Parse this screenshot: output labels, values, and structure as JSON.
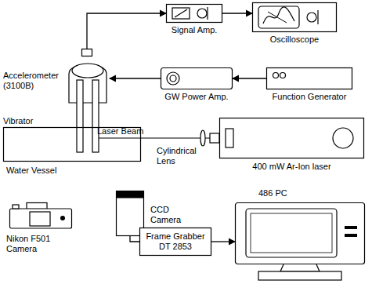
{
  "diagram": {
    "nodes": [
      {
        "text": [
          "Signal Amp."
        ]
      },
      {
        "text": [
          "Oscilloscope"
        ]
      },
      {
        "text": [
          "Accelerometer (3100B)"
        ]
      },
      {
        "text": [
          "GW Power Amp."
        ]
      },
      {
        "text": [
          "Function Generator"
        ]
      },
      {
        "text": [
          "Vibrator"
        ]
      },
      {
        "text": [
          "400 mW Ar-Ion laser"
        ]
      },
      {
        "text": [
          "Water Vessel"
        ]
      },
      {
        "text": [
          "Nikon F501 Camera"
        ]
      },
      {
        "text": [
          "CCD Camera"
        ]
      },
      {
        "text": [
          "Frame Grabber DT 2853"
        ]
      },
      {
        "text": [
          "486 PC"
        ]
      }
    ],
    "edges": [
      {
        "from": 2,
        "to": 0,
        "arrow": "to"
      },
      {
        "from": 0,
        "to": 1,
        "arrow": "to"
      },
      {
        "from": 4,
        "to": 3,
        "arrow": "to"
      },
      {
        "from": 3,
        "to": 5,
        "arrow": "to"
      },
      {
        "from": 9,
        "to": 10,
        "arrow": "none"
      },
      {
        "from": 10,
        "to": 11,
        "arrow": "to"
      }
    ],
    "labels": [
      "Laser Beam",
      "Cylindrical Lens"
    ]
  }
}
